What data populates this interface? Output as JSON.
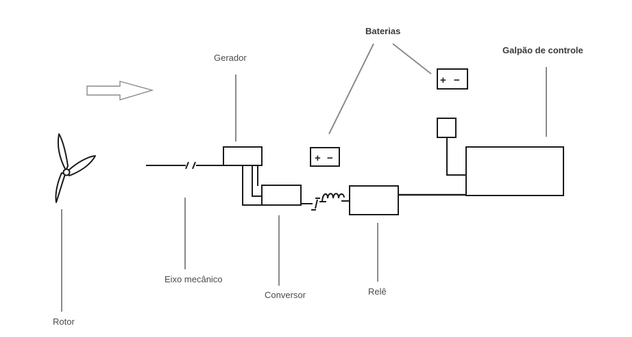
{
  "labels": {
    "rotor": "Rotor",
    "eixo": "Eixo mecânico",
    "gerador": "Gerador",
    "conversor": "Conversor",
    "baterias": "Baterias",
    "rele": "Relê",
    "galpao": "Galpão de controle"
  },
  "battery_symbol": {
    "plus": "+",
    "minus": "−"
  },
  "colors": {
    "line": "#1a1a1a",
    "leader": "#8a8a8a",
    "text": "#4a4a4a"
  }
}
